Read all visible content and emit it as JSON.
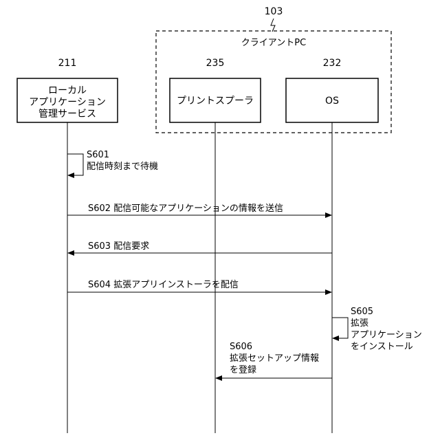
{
  "group": {
    "ref": "103",
    "label": "クライアントPC"
  },
  "participants": [
    {
      "ref": "211",
      "lines": [
        "ローカル",
        "アプリケーション",
        "管理サービス"
      ]
    },
    {
      "ref": "235",
      "lines": [
        "プリントスプーラ"
      ]
    },
    {
      "ref": "232",
      "lines": [
        "OS"
      ]
    }
  ],
  "steps": [
    {
      "id": "S601",
      "lines": [
        "S601",
        "配信時刻まで待機"
      ]
    },
    {
      "id": "S602",
      "lines": [
        "S602 配信可能なアプリケーションの情報を送信"
      ]
    },
    {
      "id": "S603",
      "lines": [
        "S603 配信要求"
      ]
    },
    {
      "id": "S604",
      "lines": [
        "S604 拡張アプリインストーラを配信"
      ]
    },
    {
      "id": "S605",
      "lines": [
        "S605",
        "拡張",
        "アプリケーション",
        "をインストール"
      ]
    },
    {
      "id": "S606",
      "lines": [
        "S606",
        "拡張セットアップ情報",
        "を登録"
      ]
    }
  ]
}
